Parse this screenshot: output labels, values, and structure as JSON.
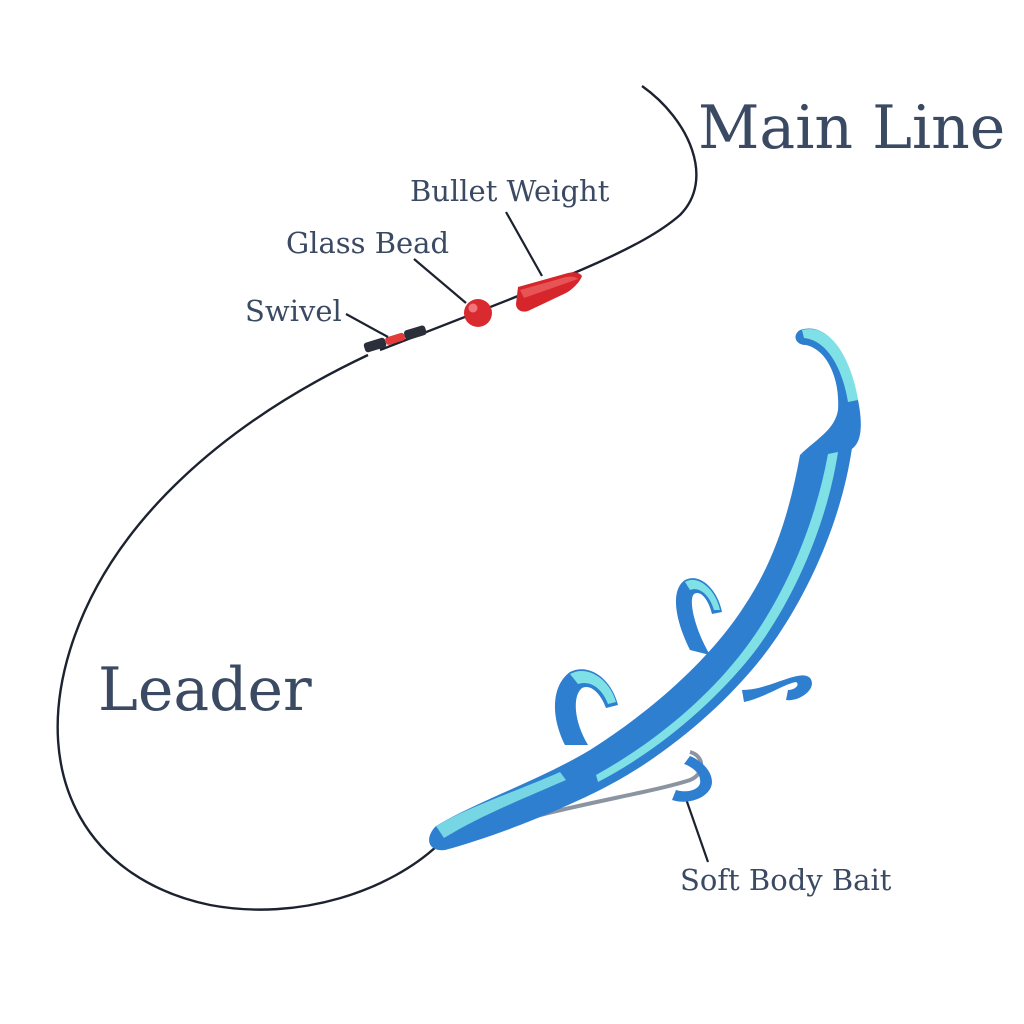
{
  "labels": {
    "main_line": "Main Line",
    "leader": "Leader",
    "bullet_weight": "Bullet Weight",
    "glass_bead": "Glass Bead",
    "swivel": "Swivel",
    "soft_body_bait": "Soft Body Bait"
  },
  "colors": {
    "line": "#1c2230",
    "label_text": "#3b4a63",
    "weight": "#d6252b",
    "bead": "#d92a2f",
    "swivel_body": "#2a2f3a",
    "swivel_accent": "#e33a3a",
    "bait": "#2e7fcf",
    "bait_highlight": "#7fe0e6",
    "hook": "#8b95a2"
  }
}
